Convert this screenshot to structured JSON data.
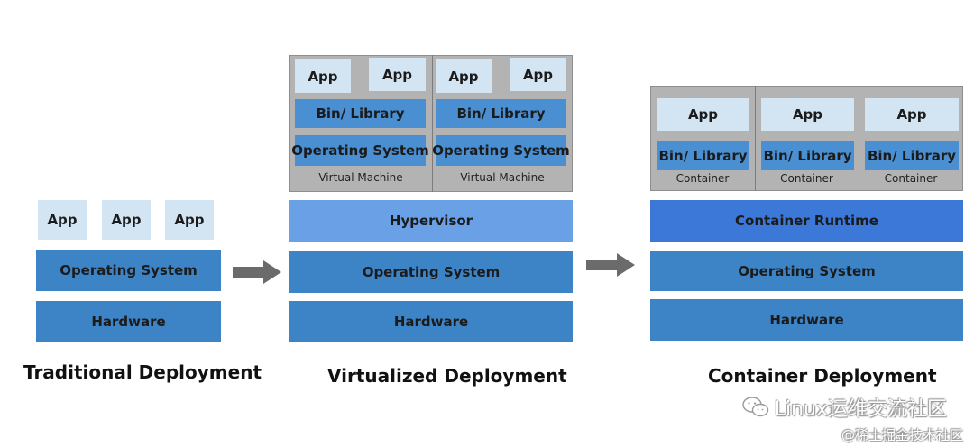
{
  "colors": {
    "dark_layer": "#3d84c6",
    "hypervisor": "#6aa1e6",
    "container_runtime": "#3c78d8",
    "app_box": "#d3e4f3",
    "frame": "#b3b3b3",
    "arrow": "#6b6b6b"
  },
  "traditional": {
    "apps": [
      "App",
      "App",
      "App"
    ],
    "os": "Operating System",
    "hardware": "Hardware",
    "title": "Traditional Deployment"
  },
  "virtualized": {
    "vms": [
      {
        "apps": [
          "App",
          "App"
        ],
        "binlib": "Bin/ Library",
        "os": "Operating System",
        "caption": "Virtual Machine"
      },
      {
        "apps": [
          "App",
          "App"
        ],
        "binlib": "Bin/ Library",
        "os": "Operating System",
        "caption": "Virtual Machine"
      }
    ],
    "hypervisor": "Hypervisor",
    "os": "Operating System",
    "hardware": "Hardware",
    "title": "Virtualized Deployment"
  },
  "container": {
    "containers": [
      {
        "app": "App",
        "binlib": "Bin/ Library",
        "caption": "Container"
      },
      {
        "app": "App",
        "binlib": "Bin/ Library",
        "caption": "Container"
      },
      {
        "app": "App",
        "binlib": "Bin/ Library",
        "caption": "Container"
      }
    ],
    "runtime": "Container Runtime",
    "os": "Operating System",
    "hardware": "Hardware",
    "title": "Container Deployment"
  },
  "watermark": {
    "main": "Linux运维交流社区",
    "sub": "@稀土掘金技术社区",
    "icon": "wechat-icon"
  }
}
